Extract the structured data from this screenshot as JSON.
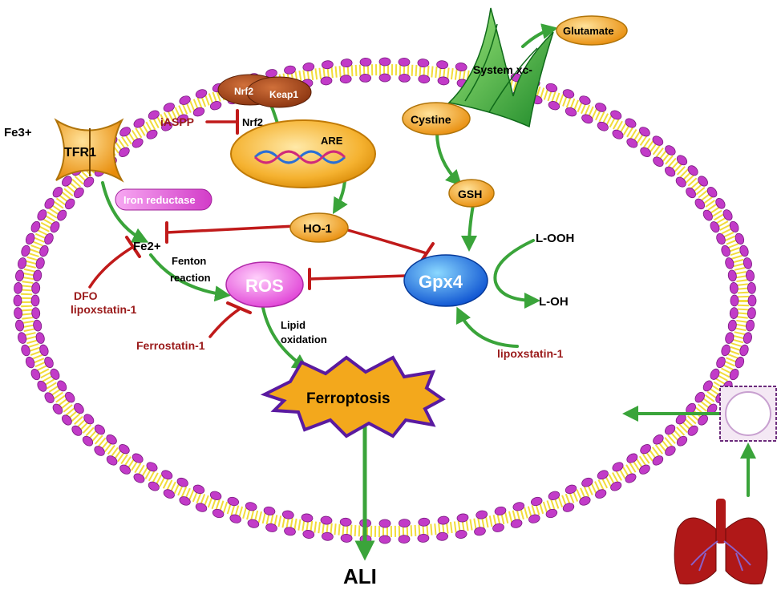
{
  "labels": {
    "fe3": "Fe3+",
    "tfr1": "TFR1",
    "nrf2_keap": "Nrf2",
    "keap1": "Keap1",
    "iaspp": "iASPP",
    "nrf2": "Nrf2",
    "are": "ARE",
    "iron_reductase": "Iron reductase",
    "fe2": "Fe2+",
    "ho1": "HO-1",
    "fenton": "Fenton",
    "reaction": "reaction",
    "ros": "ROS",
    "dfo": "DFO",
    "lipox_left": "lipoxstatin-1",
    "ferrostatin": "Ferrostatin-1",
    "lipid": "Lipid",
    "oxidation": "oxidation",
    "ferroptosis": "Ferroptosis",
    "ali": "ALI",
    "system_xc": "System xc-",
    "glutamate": "Glutamate",
    "cystine": "Cystine",
    "gsh": "GSH",
    "gpx4": "Gpx4",
    "looh": "L-OOH",
    "loh": "L-OH",
    "lipox_right": "lipoxstatin-1"
  },
  "colors": {
    "membrane_head": "#c23bc8",
    "membrane_tail": "#f2dc3a",
    "activation_arrow": "#3aa43a",
    "inhibition": "#c01a1a",
    "inhibitor_text": "#9a1a1a",
    "node_orange": "#f5a623",
    "ros_pink": "#f060e0",
    "gpx4_blue": "#1e6ee8",
    "ferroptosis_star": "#f3a81c",
    "star_border": "#5a1aa0",
    "lung_red": "#b01818"
  },
  "icons": [
    "lung-icon",
    "cell-tissue-icon",
    "dna-helix-icon",
    "transporter-icon"
  ]
}
